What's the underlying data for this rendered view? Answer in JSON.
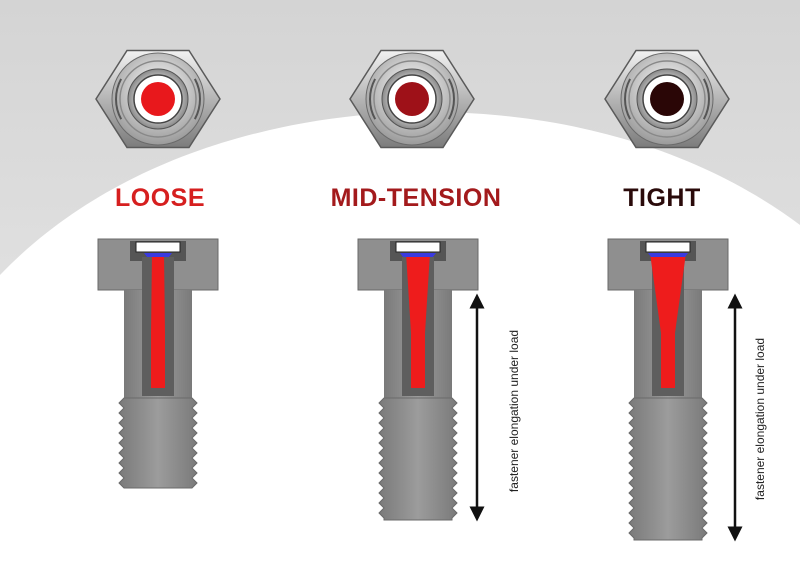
{
  "states": [
    {
      "label": "LOOSE",
      "indicator_color": "#e8181c",
      "label_color": "#d61f1f"
    },
    {
      "label": "MID-TENSION",
      "indicator_color": "#9e1118",
      "label_color": "#a31a1c"
    },
    {
      "label": "TIGHT",
      "indicator_color": "#2a0606",
      "label_color": "#2a0a0a"
    }
  ],
  "annotation": "fastener elongation under load",
  "colors": {
    "steel": "#8f8f8f",
    "steel_dark": "#6f6f6f",
    "rod": "#ee1c1c",
    "cap": "#3a3ae0",
    "background_top": "#dcdcdc"
  }
}
